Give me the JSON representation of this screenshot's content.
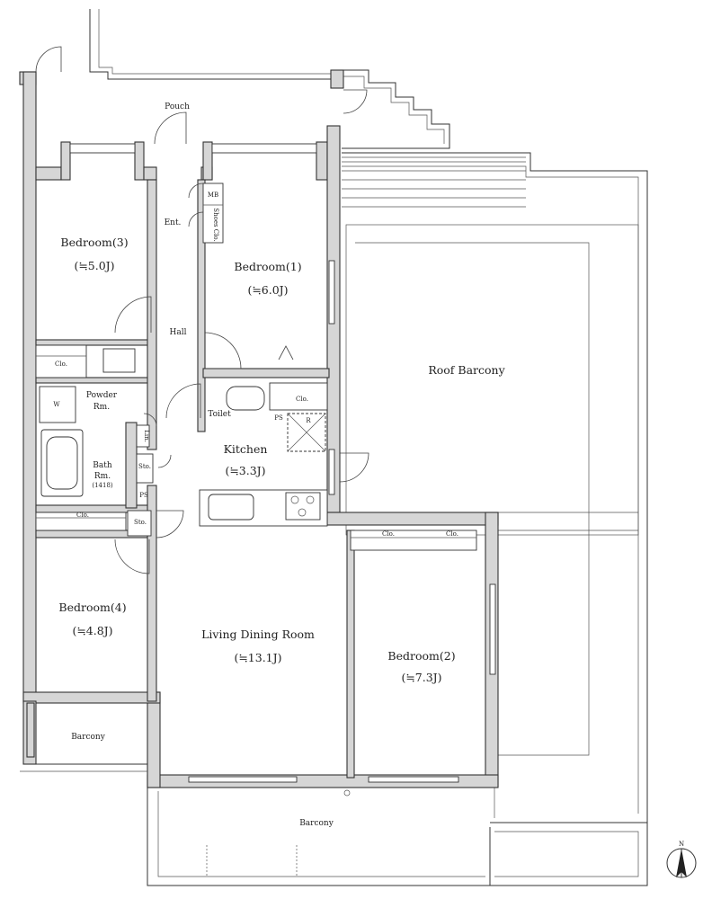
{
  "rooms": {
    "pouch": "Pouch",
    "entrance": "Ent.",
    "mb": "MB",
    "shoes_closet": "Shoes Clo.",
    "bedroom3": "Bedroom(3)",
    "bedroom3_size": "(≒5.0J)",
    "bedroom1": "Bedroom(1)",
    "bedroom1_size": "(≒6.0J)",
    "hall": "Hall",
    "roof_barcony": "Roof Barcony",
    "closet": "Clo.",
    "powder_room_1": "Powder",
    "powder_room_2": "Rm.",
    "washer": "W",
    "toilet": "Toilet",
    "ps": "PS",
    "refrigerator": "R",
    "linen": "Lin.",
    "storage": "Sto.",
    "kitchen": "Kitchen",
    "kitchen_size": "(≒3.3J)",
    "bath_room_1": "Bath",
    "bath_room_2": "Rm.",
    "bath_size": "(1418)",
    "bedroom4": "Bedroom(4)",
    "bedroom4_size": "(≒4.8J)",
    "living": "Living Dining Room",
    "living_size": "(≒13.1J)",
    "bedroom2": "Bedroom(2)",
    "bedroom2_size": "(≒7.3J)",
    "barcony_left": "Barcony",
    "barcony_bottom": "Barcony"
  },
  "compass": {
    "north": "N"
  },
  "colors": {
    "wall_fill": "#d6d6d6",
    "line": "#333333"
  }
}
